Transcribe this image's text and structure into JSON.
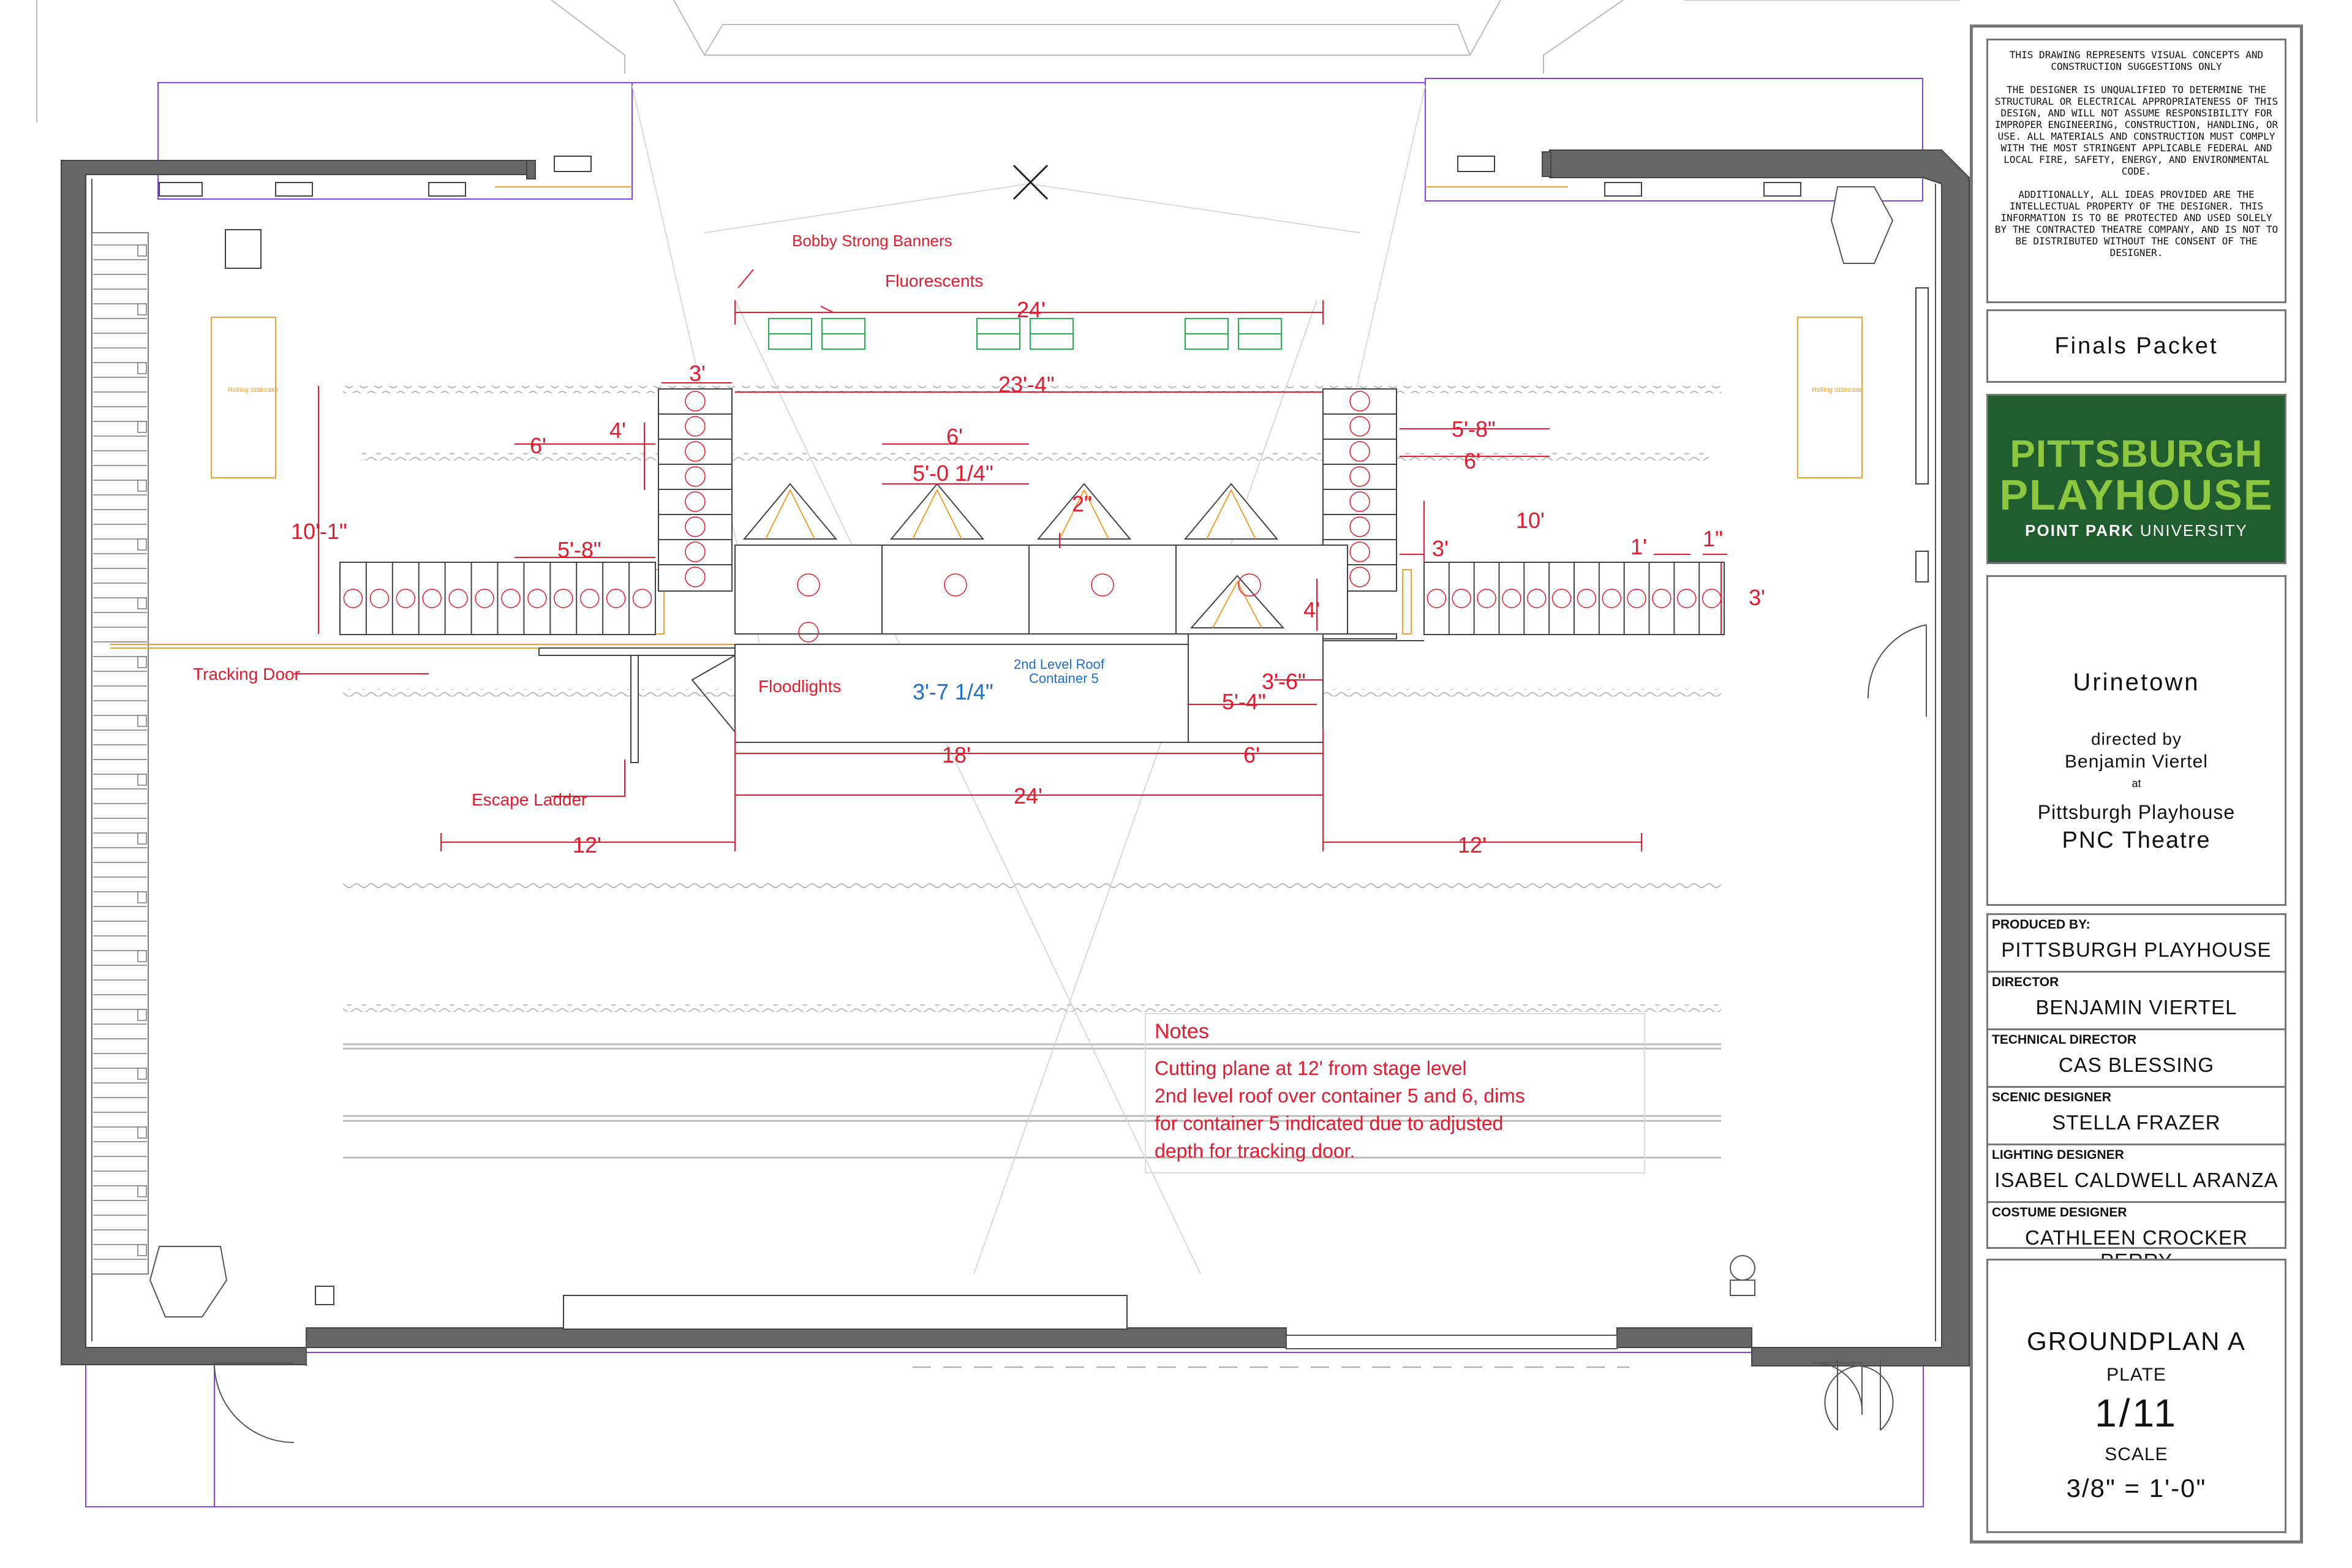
{
  "plan": {
    "notes": {
      "title": "Notes",
      "line1": "Cutting plane at 12' from stage level",
      "line2": "2nd level roof over container 5 and 6, dims",
      "line3": "for container 5 indicated due to adjusted",
      "line4": "depth for tracking door."
    },
    "labels": {
      "banners": "Bobby Strong Banners",
      "fluorescents": "Fluorescents",
      "tracking_door": "Tracking Door",
      "floodlights": "Floodlights",
      "escape_ladder": "Escape Ladder",
      "roof_note_1": "2nd Level Roof",
      "roof_note_2": "Container 5",
      "rolling_stairs_left": "Rolling Staircase",
      "rolling_stairs_right": "Rolling Staircase"
    },
    "dimensions": {
      "d_24_top": "24'",
      "d_23_4": "23'-4\"",
      "d_3_left": "3'",
      "d_4": "4'",
      "d_6_left": "6'",
      "d_10_1": "10'-1\"",
      "d_5_8_left": "5'-8\"",
      "d_6_center": "6'",
      "d_5_0_1_4": "5'-0 1/4\"",
      "d_2in": "2\"",
      "d_5_8_right": "5'-8\"",
      "d_6_right": "6'",
      "d_10_right": "10'",
      "d_3_right": "3'",
      "d_1ft": "1'",
      "d_1in": "1\"",
      "d_3_far": "3'",
      "d_4_right": "4'",
      "d_3_7_1_4": "3'-7 1/4\"",
      "d_3_6": "3'-6\"",
      "d_5_4": "5'-4\"",
      "d_18": "18'",
      "d_6_bottom": "6'",
      "d_24_bottom": "24'",
      "d_12_left": "12'",
      "d_12_right": "12'"
    },
    "colors": {
      "annotation": "#e8192c",
      "roof_dim": "#1e6ed2",
      "fluorescent": "#22b24c",
      "orange": "#f0a030",
      "guide": "#8a3ff0",
      "wall": "#666666"
    }
  },
  "titleblock": {
    "disclaimer": "THIS DRAWING REPRESENTS VISUAL CONCEPTS AND CONSTRUCTION SUGGESTIONS ONLY\n\nTHE DESIGNER IS UNQUALIFIED TO DETERMINE THE STRUCTURAL OR ELECTRICAL APPROPRIATENESS OF THIS DESIGN, AND WILL NOT ASSUME RESPONSIBILITY FOR IMPROPER ENGINEERING, CONSTRUCTION, HANDLING, OR USE. ALL MATERIALS AND CONSTRUCTION MUST COMPLY WITH THE MOST STRINGENT APPLICABLE FEDERAL AND LOCAL FIRE, SAFETY, ENERGY, AND ENVIRONMENTAL CODE.\n\nADDITIONALLY, ALL IDEAS PROVIDED ARE THE INTELLECTUAL PROPERTY OF THE DESIGNER. THIS INFORMATION IS TO BE PROTECTED AND USED SOLELY BY THE CONTRACTED THEATRE COMPANY, AND IS NOT TO BE DISTRIBUTED WITHOUT THE CONSENT OF THE DESIGNER.",
    "packet": "Finals Packet",
    "logo": {
      "line1": "PITTSBURGH",
      "line2": "PLAYHOUSE",
      "line3a": "POINT PARK",
      "line3b": "UNIVERSITY"
    },
    "show": {
      "title": "Urinetown",
      "directed_by": "directed by",
      "director": "Benjamin Viertel",
      "at": "at",
      "venue": "Pittsburgh Playhouse",
      "theatre": "PNC Theatre"
    },
    "credits": [
      {
        "role": "PRODUCED BY:",
        "name": "PITTSBURGH PLAYHOUSE"
      },
      {
        "role": "DIRECTOR",
        "name": "BENJAMIN VIERTEL"
      },
      {
        "role": "TECHNICAL DIRECTOR",
        "name": "CAS BLESSING"
      },
      {
        "role": "SCENIC DESIGNER",
        "name": "STELLA FRAZER"
      },
      {
        "role": "LIGHTING DESIGNER",
        "name": "ISABEL CALDWELL ARANZA"
      },
      {
        "role": "COSTUME DESIGNER",
        "name": "CATHLEEN CROCKER PERRY"
      }
    ],
    "plate": {
      "title": "GROUNDPLAN A",
      "plate_label": "PLATE",
      "plate_number": "1/11",
      "scale_label": "SCALE",
      "scale": "3/8\" = 1'-0\""
    }
  }
}
